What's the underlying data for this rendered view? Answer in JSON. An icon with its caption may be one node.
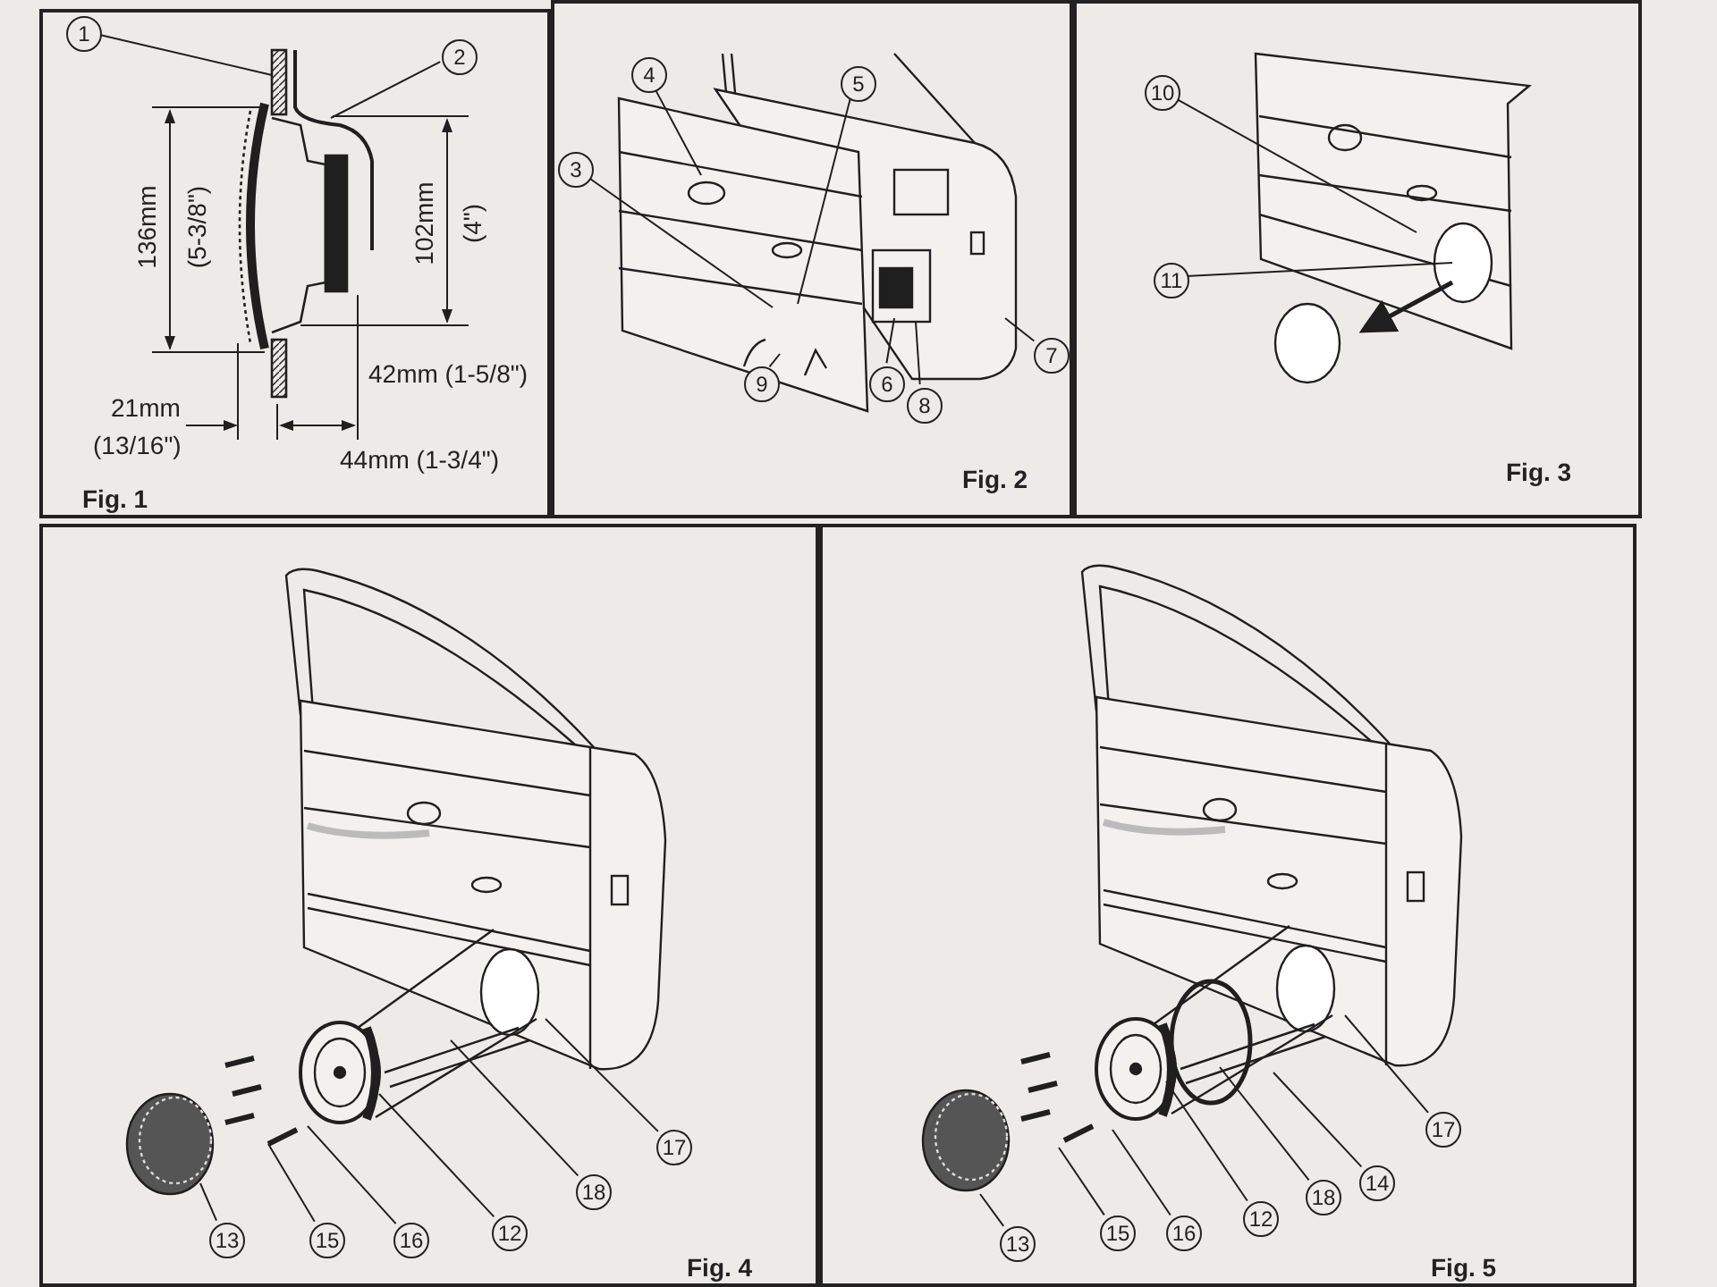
{
  "diagram": {
    "nodes": [
      {
        "text": [
          "Fig. 1"
        ]
      },
      {
        "text": [
          "1"
        ],
        "in": 0
      },
      {
        "text": [
          "2"
        ],
        "in": 0
      },
      {
        "text": [
          "Fig. 2"
        ]
      },
      {
        "text": [
          "4"
        ],
        "in": 3
      },
      {
        "text": [
          "5"
        ],
        "in": 3
      },
      {
        "text": [
          "3"
        ],
        "in": 3
      },
      {
        "text": [
          "7"
        ],
        "in": 3
      },
      {
        "text": [
          "9"
        ],
        "in": 3
      },
      {
        "text": [
          "6"
        ],
        "in": 3
      },
      {
        "text": [
          "8"
        ],
        "in": 3
      },
      {
        "text": [
          "Fig. 3"
        ]
      },
      {
        "text": [
          "10"
        ],
        "in": 11
      },
      {
        "text": [
          "11"
        ],
        "in": 11
      },
      {
        "text": [
          "Fig. 4"
        ]
      },
      {
        "text": [
          "17"
        ],
        "in": 14
      },
      {
        "text": [
          "18"
        ],
        "in": 14
      },
      {
        "text": [
          "12"
        ],
        "in": 14
      },
      {
        "text": [
          "13"
        ],
        "in": 14
      },
      {
        "text": [
          "15"
        ],
        "in": 14
      },
      {
        "text": [
          "16"
        ],
        "in": 14
      },
      {
        "text": [
          "Fig. 5"
        ]
      },
      {
        "text": [
          "17"
        ],
        "in": 21
      },
      {
        "text": [
          "14"
        ],
        "in": 21
      },
      {
        "text": [
          "18"
        ],
        "in": 21
      },
      {
        "text": [
          "12"
        ],
        "in": 21
      },
      {
        "text": [
          "13"
        ],
        "in": 21
      },
      {
        "text": [
          "15"
        ],
        "in": 21
      },
      {
        "text": [
          "16"
        ],
        "in": 21
      }
    ],
    "edges": [
      {
        "from": 1,
        "to": null,
        "arrow": "none"
      },
      {
        "from": 2,
        "to": null,
        "arrow": "none"
      },
      {
        "from": 4,
        "to": null,
        "arrow": "none"
      },
      {
        "from": 5,
        "to": null,
        "arrow": "none"
      },
      {
        "from": 6,
        "to": null,
        "arrow": "none"
      },
      {
        "from": 7,
        "to": null,
        "arrow": "none"
      },
      {
        "from": 8,
        "to": null,
        "arrow": "none"
      },
      {
        "from": 9,
        "to": null,
        "arrow": "none"
      },
      {
        "from": 10,
        "to": null,
        "arrow": "none"
      },
      {
        "from": 12,
        "to": null,
        "arrow": "none"
      },
      {
        "from": 13,
        "to": null,
        "arrow": "none"
      },
      {
        "from": 15,
        "to": null,
        "arrow": "none"
      },
      {
        "from": 16,
        "to": null,
        "arrow": "none"
      },
      {
        "from": 17,
        "to": null,
        "arrow": "none"
      },
      {
        "from": 18,
        "to": null,
        "arrow": "none"
      },
      {
        "from": 19,
        "to": null,
        "arrow": "none"
      },
      {
        "from": 20,
        "to": null,
        "arrow": "none"
      },
      {
        "from": 22,
        "to": null,
        "arrow": "none"
      },
      {
        "from": 23,
        "to": null,
        "arrow": "none"
      },
      {
        "from": 24,
        "to": null,
        "arrow": "none"
      },
      {
        "from": 25,
        "to": null,
        "arrow": "none"
      },
      {
        "from": 26,
        "to": null,
        "arrow": "none"
      },
      {
        "from": 27,
        "to": null,
        "arrow": "none"
      },
      {
        "from": 28,
        "to": null,
        "arrow": "none"
      }
    ],
    "labels": [
      "136mm",
      "(5-3/8\")",
      "102mm",
      "(4\")",
      "42mm (1-5/8\")",
      "21mm",
      "(13/16\")",
      "44mm (1-3/4\")"
    ]
  }
}
